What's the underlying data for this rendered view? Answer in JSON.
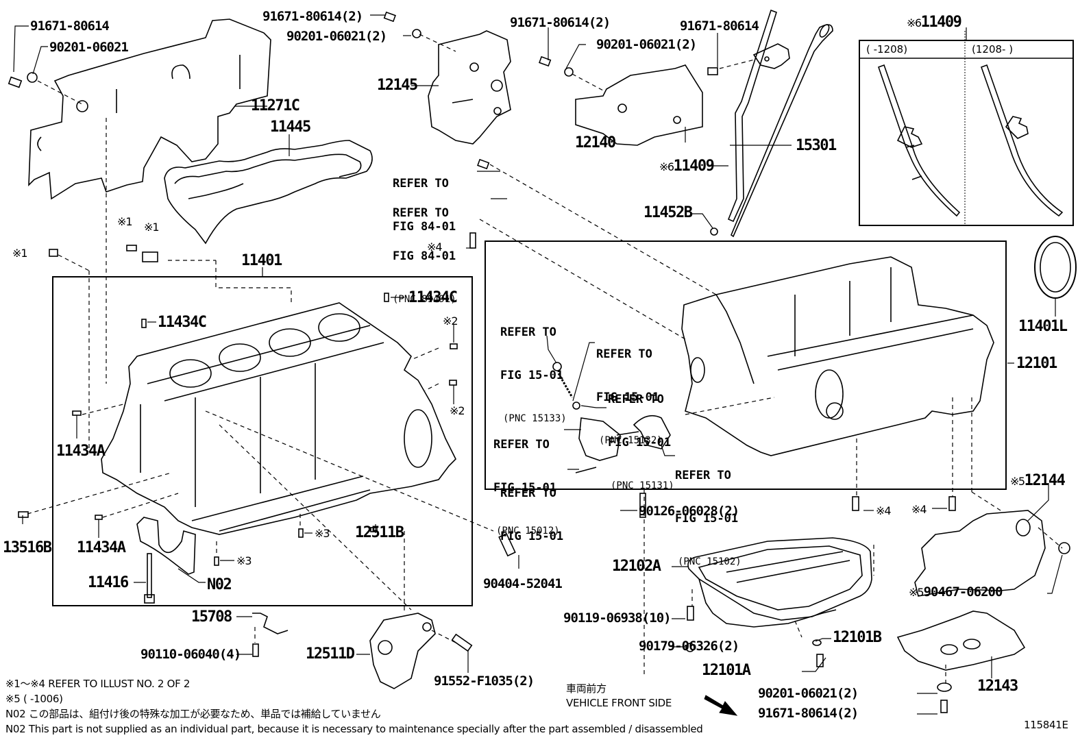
{
  "diagram": {
    "illustration_id": "115841E",
    "parts": {
      "p91671_80614_tl": "91671-80614",
      "p90201_06021_tl": "90201-06021",
      "p91671_80614_2_a": "91671-80614(2)",
      "p90201_06021_2_a": "90201-06021(2)",
      "p91671_80614_2_b": "91671-80614(2)",
      "p90201_06021_2_b": "90201-06021(2)",
      "p91671_80614_r": "91671-80614",
      "p11271C": "11271C",
      "p11445": "11445",
      "p12145": "12145",
      "p12140": "12140",
      "p15301": "15301",
      "p11409": "11409",
      "p11409_inset": "11409",
      "p11452B": "11452B",
      "p11401": "11401",
      "p11434C_a": "11434C",
      "p11434C_b": "11434C",
      "p11434A_a": "11434A",
      "p11434A_b": "11434A",
      "p13516B": "13516B",
      "p11416": "11416",
      "pN02": "N02",
      "p12511B": "12511B",
      "p90404_52041": "90404-52041",
      "p15708": "15708",
      "p90110_06040": "90110-06040(4)",
      "p12511D": "12511D",
      "p91552_F1035": "91552-F1035(2)",
      "p11401L": "11401L",
      "p12101": "12101",
      "p12144": "12144",
      "p90126_06028": "90126-06028(2)",
      "p12102A": "12102A",
      "p90119_06938": "90119-06938(10)",
      "p90179_06326": "90179-06326(2)",
      "p12101B": "12101B",
      "p12101A": "12101A",
      "p90467_06200": "90467-06200",
      "p12143": "12143",
      "p90201_06021_2_c": "90201-06021(2)",
      "p91671_80614_2_c": "91671-80614(2)"
    },
    "marks": {
      "m1": "※1",
      "m2": "※2",
      "m3": "※3",
      "m4": "※4",
      "m5": "※5",
      "m6": "※6"
    },
    "refs": {
      "refer_to": "REFER TO",
      "fig_84": "FIG 84-01",
      "fig_15": "FIG 15-01",
      "pnc_89491": "(PNC 89491)",
      "pnc_15133": "(PNC 15133)",
      "pnc_15132": "(PNC 15132)",
      "pnc_15131": "(PNC 15131)",
      "pnc_15012": "(PNC 15012)",
      "pnc_15102": "(PNC 15102)"
    },
    "inset": {
      "col1": "(     -1208)",
      "col2": "(1208-     )"
    },
    "orientation": {
      "jp": "車両前方",
      "en": "VEHICLE FRONT SIDE"
    },
    "notes": [
      "※1～※4  REFER TO ILLUST NO. 2 OF 2",
      "※5 (       -1006)",
      "N02  この部品は、組付け後の特殊な加工が必要なため、単品では補給していません",
      "N02  This part is not supplied as an individual part, because it is necessary to maintenance specially after the part assembled / disassembled"
    ]
  }
}
